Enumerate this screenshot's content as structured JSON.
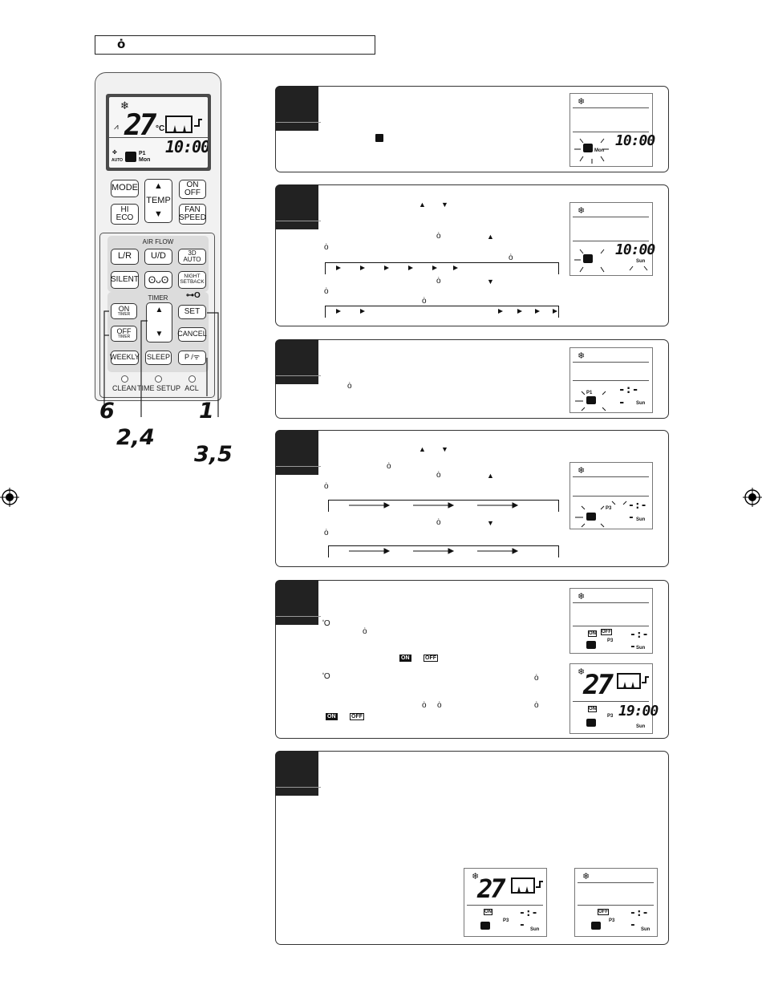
{
  "header": {
    "glyph": "ȯ"
  },
  "remote": {
    "lcd": {
      "temp": "27",
      "unit": "°C",
      "time": "10:00",
      "program": "P1",
      "day": "Mon",
      "mode": "AUTO"
    },
    "buttons": {
      "mode": "MODE",
      "temp": "TEMP",
      "on_off": [
        "ON",
        "OFF"
      ],
      "hi_eco": [
        "HI",
        "ECO"
      ],
      "fan_speed": [
        "FAN",
        "SPEED"
      ],
      "air_flow_label": "AIR FLOW",
      "lr": "L/R",
      "ud": "U/D",
      "auto3d": "3D AUTO",
      "silent": "SILENT",
      "night_setback": [
        "NIGHT",
        "SETBACK"
      ],
      "timer_label": "TIMER",
      "on_timer": [
        "ON",
        "TIMER"
      ],
      "off_timer": [
        "OFF",
        "TIMER"
      ],
      "set": "SET",
      "cancel": "CANCEL",
      "weekly": "WEEKLY",
      "sleep": "SLEEP",
      "p_wifi": "P / ",
      "clean": "CLEAN",
      "time_setup": "TIME SETUP",
      "acl": "ACL"
    },
    "callouts": {
      "c6": "6",
      "c24": "2,4",
      "c1": "1",
      "c35": "3,5"
    }
  },
  "steps": {
    "glyph": "ȯ",
    "glyph_alt": "ʹO",
    "on_label": "ON",
    "off_label": "OFF",
    "s1_time": "10:00",
    "s1_day": "Mon",
    "s2_time": "10:00",
    "s2_day": "Sun",
    "s3_prog": "P1",
    "s3_time": "-:- -",
    "s3_day": "Sun",
    "s4_prog": "P3",
    "s4_time": "-:- -",
    "s4_day": "Sun",
    "s5_prog": "P3",
    "s5_time": "-:- -",
    "s5_day": "Sun",
    "s5b_temp": "27",
    "s5b_time": "19:00",
    "s5b_prog": "P3",
    "s5b_day": "Sun",
    "s6a_temp": "27",
    "s6a_prog": "P3",
    "s6a_time": "-:- -",
    "s6a_day": "Sun",
    "s6b_prog": "P3",
    "s6b_time": "-:- -",
    "s6b_day": "Sun"
  }
}
